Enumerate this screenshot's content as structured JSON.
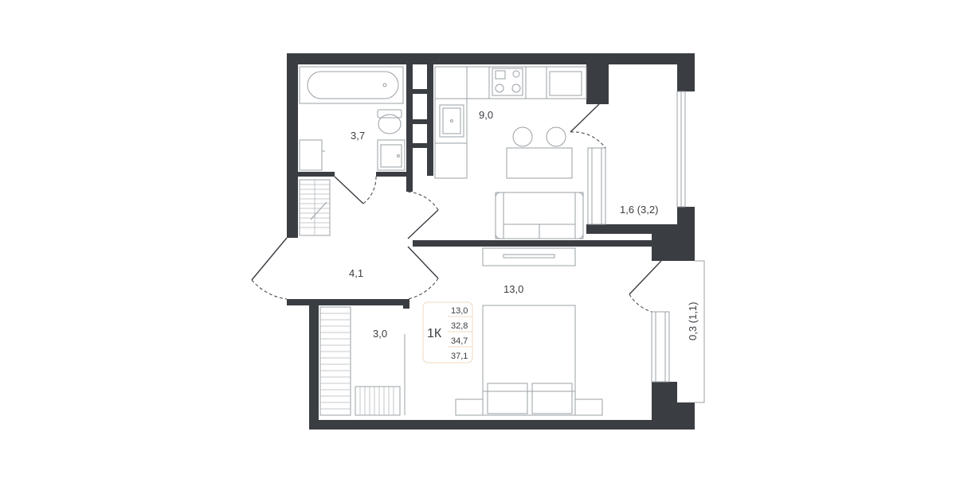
{
  "rooms": {
    "bathroom_area": "3,7",
    "kitchen_area": "9,0",
    "loggia_area": "1,6 (3,2)",
    "hallway_area": "4,1",
    "bedroom_area": "13,0",
    "closet_area": "3,0",
    "balcony_area": "0,3 (1,1)"
  },
  "summary": {
    "type": "1К",
    "living_area": "13,0",
    "area_2": "32,8",
    "area_3": "34,7",
    "total_area": "37,1"
  },
  "colors": {
    "wall": "#3a3d42",
    "card_border": "#f0d8c2"
  }
}
